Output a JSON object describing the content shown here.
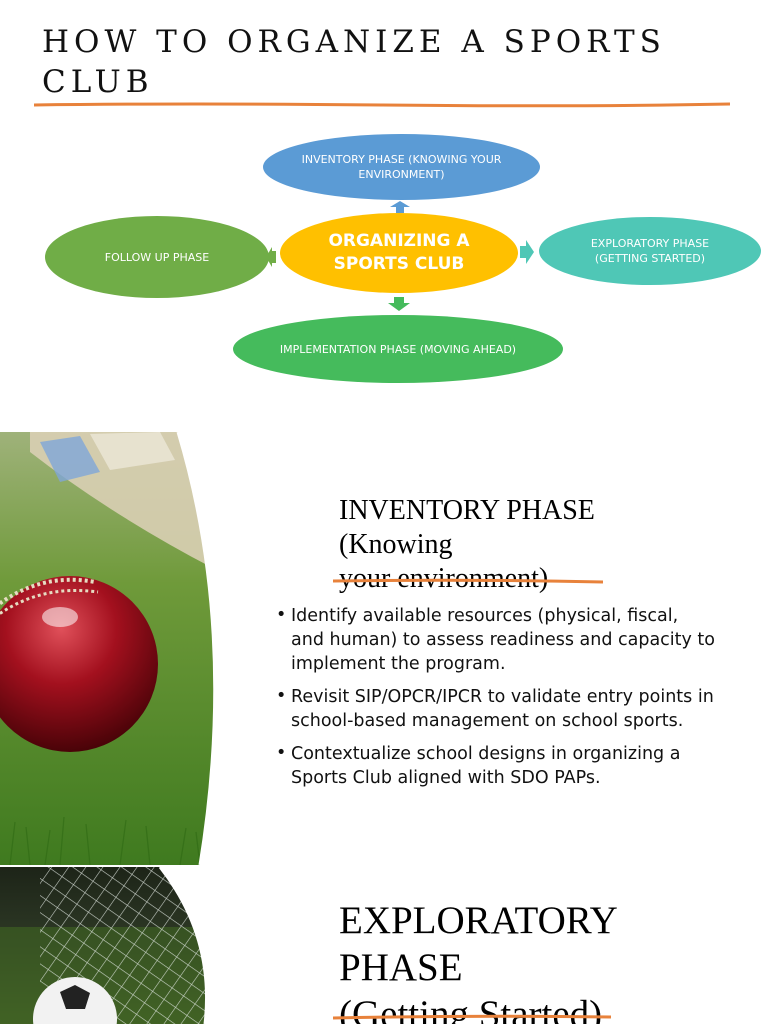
{
  "slide1": {
    "title": "HOW TO ORGANIZE A SPORTS CLUB",
    "diagram": {
      "center": "ORGANIZING A SPORTS CLUB",
      "top": "INVENTORY PHASE (KNOWING YOUR ENVIRONMENT)",
      "right": "EXPLORATORY PHASE (GETTING STARTED)",
      "bottom": "IMPLEMENTATION PHASE (MOVING AHEAD)",
      "left": "FOLLOW UP PHASE"
    },
    "colors": {
      "accent_rule": "#e8823b",
      "center": "#ffc000",
      "top": "#5b9bd5",
      "right": "#4fc7b6",
      "bottom": "#45bb5c",
      "left": "#70ad47"
    }
  },
  "slide2": {
    "heading_lines": [
      "INVENTORY PHASE",
      "(Knowing",
      "your environment)"
    ],
    "bullets": [
      "Identify available resources (physical, fiscal, and human) to assess readiness and capacity to implement the program.",
      "Revisit SIP/OPCR/IPCR to validate entry points in school-based management on school sports.",
      "Contextualize school designs in organizing a Sports Club aligned with SDO PAPs."
    ],
    "image": "cricket-ball-on-grass"
  },
  "slide3": {
    "heading_lines": [
      "EXPLORATORY",
      "PHASE",
      "(Getting Started)"
    ],
    "image": "soccer-ball-in-net"
  }
}
